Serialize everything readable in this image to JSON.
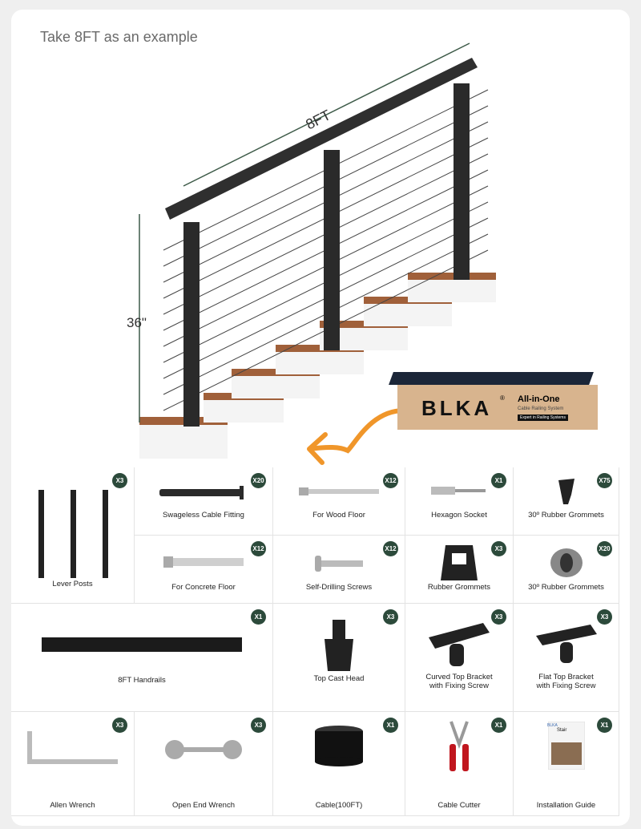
{
  "hero": {
    "title": "Take 8FT as an example",
    "length_label": "8FT",
    "height_label": "36\"",
    "box": {
      "brand": "BLKA",
      "reg": "®",
      "headline": "All-in-One",
      "subline": "Cable Railing System",
      "tagline": "Expert in Railing Systems"
    }
  },
  "accent_color": "#2c4a3b",
  "items": [
    {
      "label": "Lever Posts",
      "qty": "X3"
    },
    {
      "label": "Swageless Cable Fitting",
      "qty": "X20"
    },
    {
      "label": "For Wood Floor",
      "qty": "X12"
    },
    {
      "label": "Hexagon Socket",
      "qty": "X1"
    },
    {
      "label": "30º Rubber Grommets",
      "qty": "X75"
    },
    {
      "label": "For Concrete Floor",
      "qty": "X12"
    },
    {
      "label": "Self-Drilling Screws",
      "qty": "X12"
    },
    {
      "label": "Rubber Grommets",
      "qty": "X3"
    },
    {
      "label": "30º Rubber Grommets",
      "qty": "X20"
    },
    {
      "label": "8FT Handrails",
      "qty": "X1"
    },
    {
      "label": "Top Cast Head",
      "qty": "X3"
    },
    {
      "label": "Curved Top Bracket",
      "label2": "with Fixing Screw",
      "qty": "X3"
    },
    {
      "label": "Flat Top Bracket",
      "label2": "with Fixing Screw",
      "qty": "X3"
    },
    {
      "label": "Allen Wrench",
      "qty": "X3"
    },
    {
      "label": "Open End Wrench",
      "qty": "X3"
    },
    {
      "label": "Cable(100FT)",
      "qty": "X1"
    },
    {
      "label": "Cable Cutter",
      "qty": "X1"
    },
    {
      "label": "Installation Guide",
      "qty": "X1",
      "guide_brand": "BLKA",
      "guide_title": "Stair"
    }
  ]
}
